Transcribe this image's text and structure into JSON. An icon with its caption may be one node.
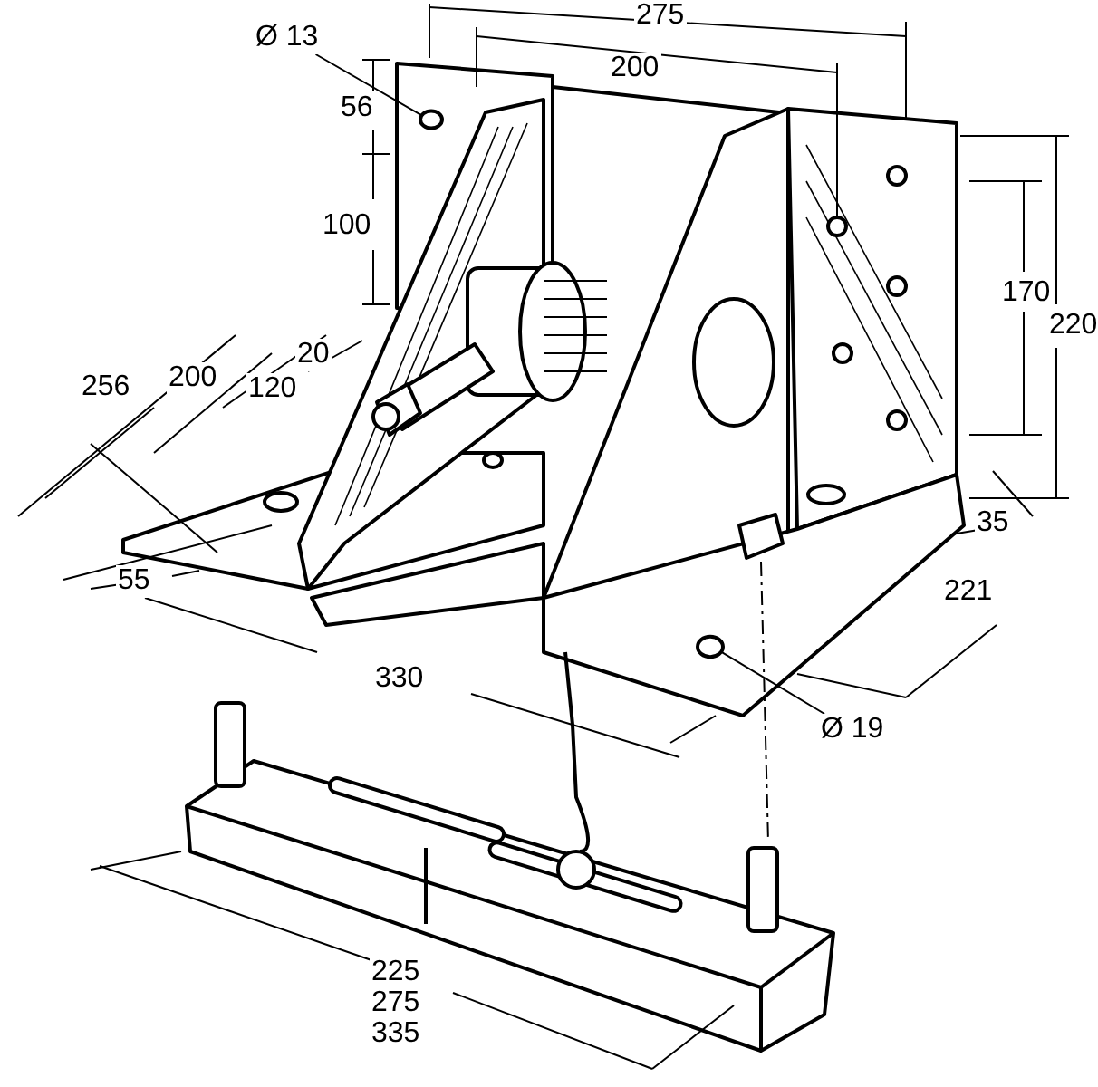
{
  "diagram": {
    "nodes": [
      {
        "text": [
          "Ø 13"
        ]
      },
      {
        "text": [],
        "shape": "circle"
      },
      {
        "text": [
          "Ø 19"
        ]
      },
      {
        "text": [],
        "shape": "circle"
      }
    ],
    "edges": [
      {
        "from": 0,
        "to": 1,
        "arrow": "none"
      },
      {
        "from": 2,
        "to": 3,
        "arrow": "none"
      }
    ],
    "labels": [
      "275",
      "200",
      "56",
      "100",
      "170",
      "220",
      "256",
      "200",
      "20",
      "120",
      "35",
      "55",
      "221",
      "330",
      "225",
      "275",
      "335"
    ]
  }
}
